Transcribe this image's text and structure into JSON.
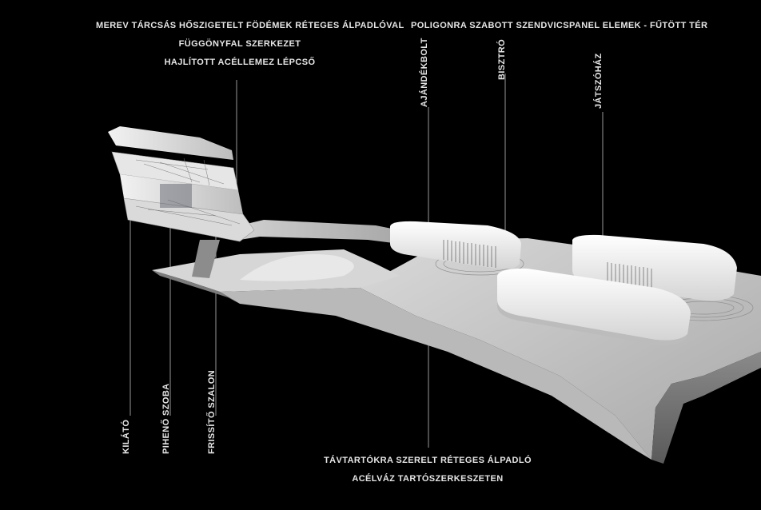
{
  "top_left_notes": [
    "MEREV TÁRCSÁS HŐSZIGETELT FÖDÉMEK RÉTEGES ÁLPADLÓVAL",
    "FÜGGÖNYFAL SZERKEZET",
    "HAJLÍTOTT ACÉLLEMEZ LÉPCSŐ"
  ],
  "top_right_note": "POLIGONRA SZABOTT SZENDVICSPANEL ELEMEK - FŰTÖTT TÉR",
  "room_labels": {
    "gift_shop": "AJÁNDÉKBOLT",
    "bistro": "BISZTRÓ",
    "playhouse": "JÁTSZÓHÁZ"
  },
  "tower_labels": {
    "lookout": "KILÁTÓ",
    "rest_room": "PIHENŐ SZOBA",
    "refresh_lounge": "FRISSÍTŐ SZALON"
  },
  "bottom_notes": [
    "TÁVTARTÓKRA SZERELT RÉTEGES ÁLPADLÓ",
    "ACÉLVÁZ TARTÓSZERKESZETEN"
  ]
}
